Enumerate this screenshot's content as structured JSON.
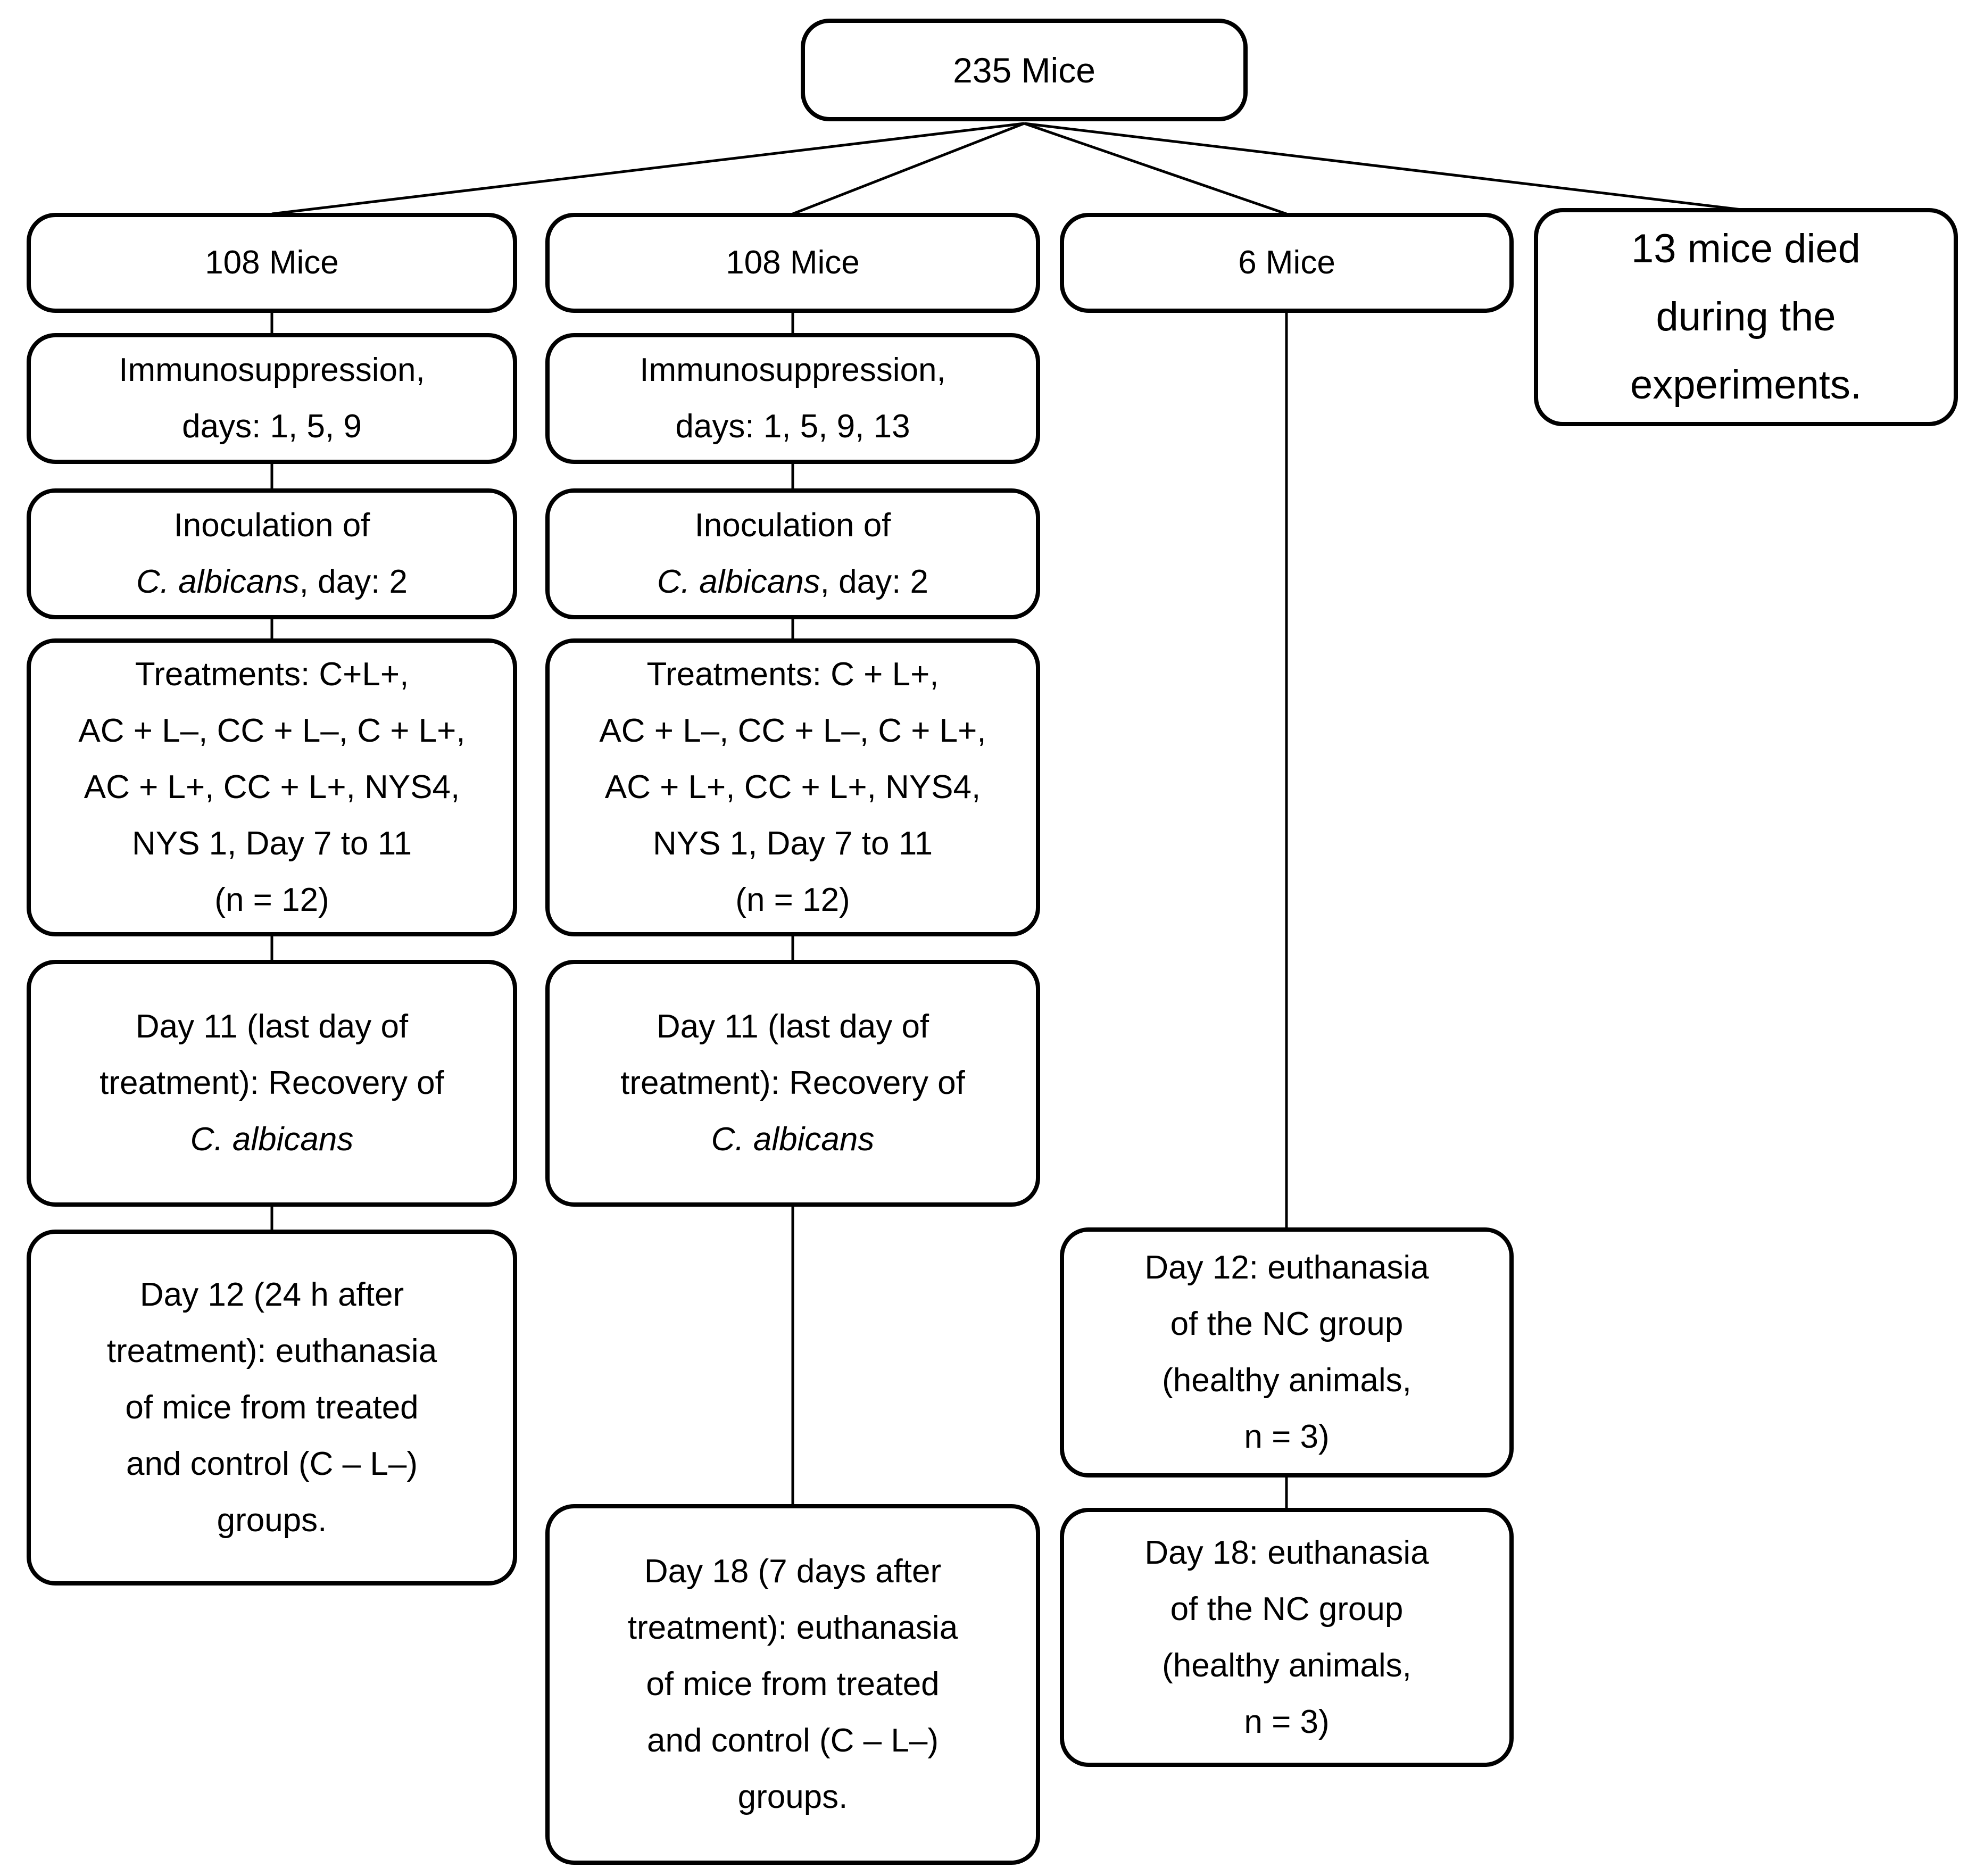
{
  "diagram": {
    "type": "flowchart",
    "colors": {
      "line": "#000000",
      "box_border": "#000000",
      "box_bg": "#ffffff"
    },
    "root": {
      "label": "235 Mice"
    },
    "branch1": {
      "mice": "108 Mice",
      "immunosuppression": [
        "Immunosuppression,",
        "days: 1, 5, 9"
      ],
      "inoculation_line1": "Inoculation of",
      "inoculation_species": "C. albicans",
      "inoculation_line2_rest": ", day: 2",
      "treatments": [
        "Treatments: C+L+,",
        "AC + L–, CC + L–, C + L+,",
        "AC + L+, CC + L+, NYS4,",
        "NYS 1, Day 7 to 11",
        "(n = 12)"
      ],
      "day11": [
        "Day 11 (last day of",
        "treatment): Recovery of"
      ],
      "day11_species": "C. albicans",
      "day12": [
        "Day 12 (24 h after",
        "treatment): euthanasia",
        "of mice from treated",
        "and control (C – L–)",
        "groups."
      ]
    },
    "branch2": {
      "mice": "108 Mice",
      "immunosuppression": [
        "Immunosuppression,",
        "days: 1, 5, 9, 13"
      ],
      "inoculation_line1": "Inoculation of",
      "inoculation_species": "C. albicans",
      "inoculation_line2_rest": ", day: 2",
      "treatments": [
        "Treatments: C + L+,",
        "AC + L–, CC + L–, C + L+,",
        "AC + L+, CC + L+, NYS4,",
        "NYS 1, Day 7 to 11",
        "(n = 12)"
      ],
      "day11": [
        "Day 11 (last day of",
        "treatment): Recovery of"
      ],
      "day11_species": "C. albicans",
      "day18": [
        "Day 18 (7 days after",
        "treatment): euthanasia",
        "of mice from treated",
        "and control (C – L–)",
        "groups."
      ]
    },
    "branch3": {
      "mice": "6 Mice",
      "day12_nc": [
        "Day 12: euthanasia",
        "of the NC group",
        "(healthy animals,",
        "n = 3)"
      ],
      "day18_nc": [
        "Day 18: euthanasia",
        "of the NC group",
        "(healthy animals,",
        "n = 3)"
      ]
    },
    "branch4": {
      "died": [
        "13 mice died",
        "during the",
        "experiments."
      ]
    }
  }
}
